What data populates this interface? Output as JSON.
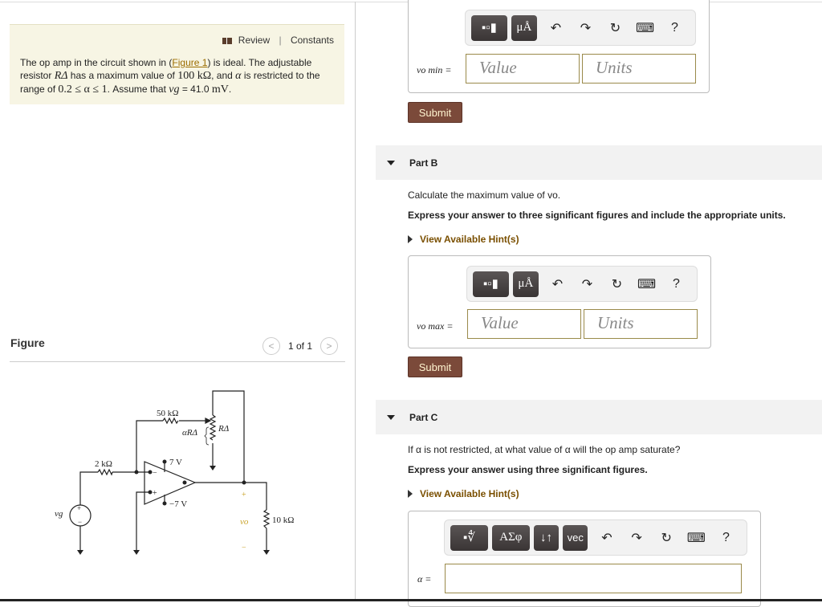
{
  "intro": {
    "review": "Review",
    "sep": "|",
    "constants": "Constants",
    "t1": "The op amp in the circuit shown in (",
    "figure_link": "Figure 1",
    "t2": ") is ideal. The adjustable resistor ",
    "r_delta": "RΔ",
    "t3": " has a maximum value of ",
    "rmax": "100 kΩ",
    "t4": ", and ",
    "alpha": "α",
    "t5": " is restricted to the range of ",
    "range": "0.2 ≤ α ≤ 1",
    "t6": ". Assume that ",
    "vg": "vg",
    "t7": " = 41.0 ",
    "mv": "mV",
    "t8": "."
  },
  "figure": {
    "title": "Figure",
    "pager": "1 of 1",
    "prev": "<",
    "next": ">",
    "labels": {
      "r50": "50 kΩ",
      "r2": "2 kΩ",
      "alphaR": "αRΔ",
      "rdelta": "RΔ",
      "vpos": "7 V",
      "vneg": "−7 V",
      "r10": "10 kΩ",
      "vg": "vg",
      "vo": "vo",
      "plus": "+",
      "minus": "−"
    }
  },
  "partA": {
    "label": "vo min =",
    "value_ph": "Value",
    "units_ph": "Units",
    "submit": "Submit",
    "tool_unit": "μÅ"
  },
  "partB": {
    "title": "Part B",
    "question": "Calculate the maximum value of vo.",
    "instruction": "Express your answer to three significant figures and include the appropriate units.",
    "hint": "View Available Hint(s)",
    "label": "vo max =",
    "value_ph": "Value",
    "units_ph": "Units",
    "submit": "Submit",
    "tool_unit": "μÅ"
  },
  "partC": {
    "title": "Part C",
    "question": "If α is not restricted, at what value of α will the op amp saturate?",
    "instruction": "Express your answer using three significant figures.",
    "hint": "View Available Hint(s)",
    "label": "α =",
    "tool_greek": "ΑΣφ",
    "tool_sort": "↓↑",
    "tool_vec": "vec"
  },
  "toolbar": {
    "undo": "↶",
    "redo": "↷",
    "reset": "↻",
    "keyboard": "⌨",
    "help": "?"
  },
  "colors": {
    "submit": "#7b4a3a",
    "link": "#9c6d00",
    "intro_bg": "#f7f5e4"
  }
}
